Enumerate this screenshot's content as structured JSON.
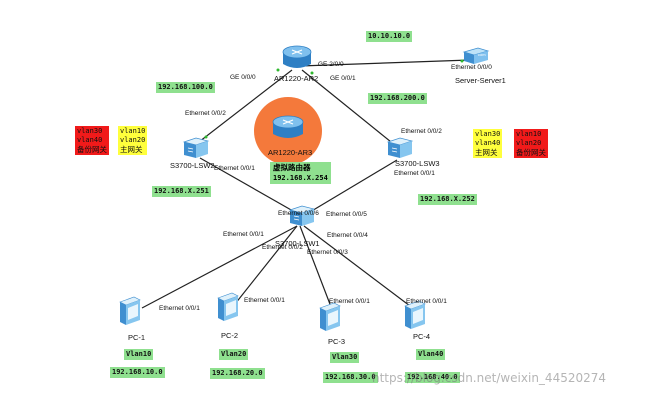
{
  "devices": {
    "ar2": {
      "name": "AR1220-AR2"
    },
    "server": {
      "name": "Server-Server1",
      "icon": "server-icon"
    },
    "ar3": {
      "name": "AR1220-AR3"
    },
    "lsw2": {
      "name": "S3700-LSW2"
    },
    "lsw3": {
      "name": "S3700-LSW3"
    },
    "lsw1": {
      "name": "S3700-LSW1"
    },
    "pc1": {
      "name": "PC-1"
    },
    "pc2": {
      "name": "PC-2"
    },
    "pc3": {
      "name": "PC-3"
    },
    "pc4": {
      "name": "PC-4"
    }
  },
  "ports": {
    "ar2_ge000": "GE 0/0/0",
    "ar2_ge020": "GE 2/0/0",
    "ar2_ge001": "GE 0/0/1",
    "server_eth": "Ethernet 0/0/0",
    "lsw2_e002": "Ethernet 0/0/2",
    "lsw2_e001": "Ethernet 0/0/1",
    "lsw3_e002": "Ethernet 0/0/2",
    "lsw3_e001": "Ethernet 0/0/1",
    "lsw1_e006": "Ethernet 0/0/6",
    "lsw1_e005": "Ethernet 0/0/5",
    "lsw1_e001": "Ethernet 0/0/1",
    "lsw1_e004": "Ethernet 0/0/4",
    "lsw1_e002": "Ethernet 0/0/2",
    "lsw1_e003": "Ethernet 0/0/3",
    "pc1_eth": "Ethernet 0/0/1",
    "pc2_eth": "Ethernet 0/0/1",
    "pc3_eth": "Ethernet 0/0/1",
    "pc4_eth": "Ethernet 0/0/1"
  },
  "tags": {
    "server_net": "10.10.10.0",
    "net_100": "192.168.100.0",
    "net_200": "192.168.200.0",
    "x251": "192.168.X.251",
    "x252": "192.168.X.252",
    "vlan10": "Vlan10",
    "vlan20": "Vlan20",
    "vlan30": "Vlan30",
    "vlan40": "Vlan40",
    "net10": "192.168.10.0",
    "net20": "192.168.20.0",
    "net30": "192.168.30.0",
    "net40": "192.168.40.0"
  },
  "virtual_router": {
    "label": "虚拟路由器",
    "ip": "192.168.X.254"
  },
  "lsw2_boxes": {
    "backup": {
      "v1": "vlan30",
      "v2": "vlan40",
      "role": "备份网关"
    },
    "main": {
      "v1": "vlan10",
      "v2": "vlan20",
      "role": "主网关"
    }
  },
  "lsw3_boxes": {
    "main": {
      "v1": "vlan30",
      "v2": "vlan40",
      "role": "主网关"
    },
    "backup": {
      "v1": "vlan10",
      "v2": "vlan20",
      "role": "备份网关"
    }
  },
  "watermark": "https://blog.csdn.net/weixin_44520274",
  "colors": {
    "tag_green": "#8fe08f",
    "backup_red": "#f11a1a",
    "main_yellow": "#ffff3c",
    "router_blue": "#3f8fd0",
    "virtual_orange": "#f4793b"
  }
}
